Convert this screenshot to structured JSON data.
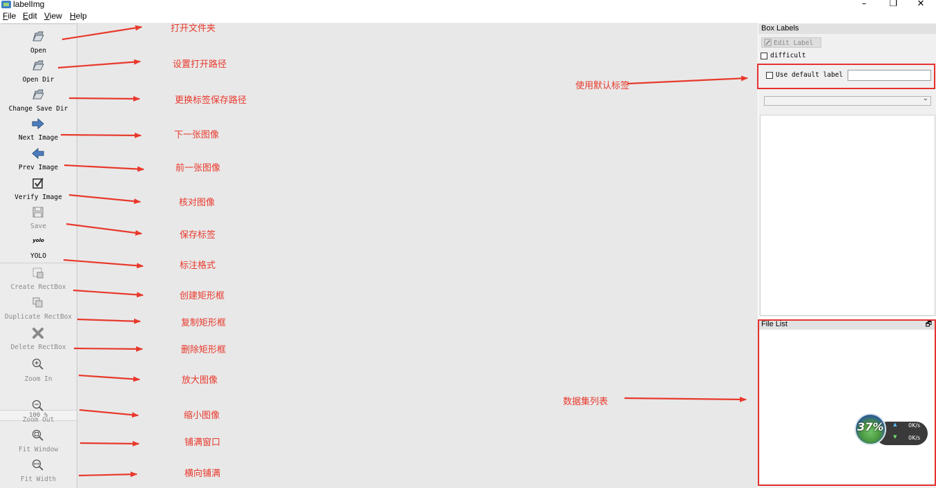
{
  "window": {
    "title": "labelImg",
    "minimize": "–",
    "restore": "❐",
    "close": "✕"
  },
  "menu": [
    "File",
    "Edit",
    "View",
    "Help"
  ],
  "toolbar": {
    "open": "Open",
    "open_dir": "Open Dir",
    "change_save_dir": "Change Save Dir",
    "next_image": "Next Image",
    "prev_image": "Prev Image",
    "verify_image": "Verify Image",
    "save": "Save",
    "format_icon_text": "yolo",
    "format": "YOLO",
    "create_rectbox": "Create RectBox",
    "duplicate_rectbox": "Duplicate RectBox",
    "delete_rectbox": "Delete RectBox",
    "zoom_in": "Zoom In",
    "zoom_value": "100 %",
    "zoom_out": "Zoom Out",
    "fit_window": "Fit Window",
    "fit_width": "Fit Width"
  },
  "box_labels": {
    "title": "Box Labels",
    "edit_label": "Edit Label",
    "difficult": "difficult",
    "use_default_label": "Use default label",
    "default_label_value": ""
  },
  "file_list": {
    "title": "File List"
  },
  "annotations": {
    "open": "打开文件夹",
    "open_dir": "设置打开路径",
    "change_save_dir": "更换标签保存路径",
    "next_image": "下一张图像",
    "prev_image": "前一张图像",
    "verify_image": "核对图像",
    "save": "保存标签",
    "format": "标注格式",
    "create_rectbox": "创建矩形框",
    "duplicate_rectbox": "复制矩形框",
    "delete_rectbox": "删除矩形框",
    "zoom_in": "放大图像",
    "zoom_out": "缩小图像",
    "fit_window": "铺满窗口",
    "fit_width": "横向铺满",
    "use_default_label": "使用默认标签",
    "file_list": "数据集列表"
  },
  "net_widget": {
    "percent": "37%",
    "upload": "0K/s",
    "download": "0K/s"
  },
  "colors": {
    "annotation_red": "#e8392c",
    "canvas_bg": "#e8e8e8",
    "toolbar_bg": "#ececec"
  }
}
